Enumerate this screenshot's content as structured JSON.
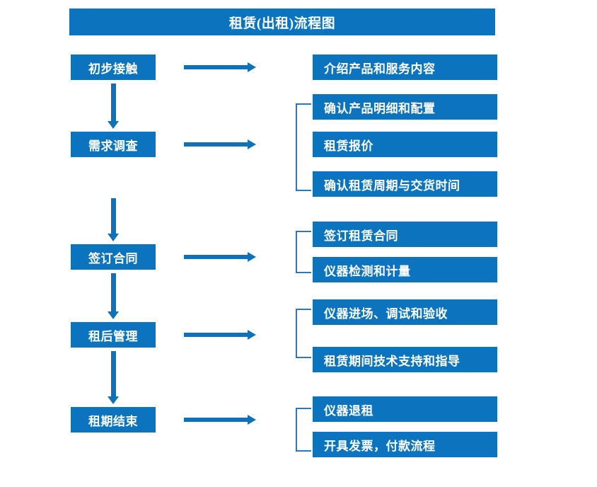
{
  "diagram": {
    "title": "租赁(出租)流程图",
    "colors": {
      "box_blue": "#0C74BE",
      "arrow_blue": "#1071B8",
      "bracket_blue": "#2E79B5",
      "text_white": "#FFFFFF",
      "background": "#FFFFFF"
    },
    "stages": [
      {
        "label": "初步接触"
      },
      {
        "label": "需求调查"
      },
      {
        "label": "签订合同"
      },
      {
        "label": "租后管理"
      },
      {
        "label": "租期结束"
      }
    ],
    "details": [
      {
        "label": "介绍产品和服务内容"
      },
      {
        "label": "确认产品明细和配置"
      },
      {
        "label": "租赁报价"
      },
      {
        "label": "确认租赁周期与交货时间"
      },
      {
        "label": "签订租赁合同"
      },
      {
        "label": "仪器检测和计量"
      },
      {
        "label": "仪器进场、调试和验收"
      },
      {
        "label": "租赁期间技术支持和指导"
      },
      {
        "label": "仪器退租"
      },
      {
        "label": "开具发票，付款流程"
      }
    ]
  }
}
